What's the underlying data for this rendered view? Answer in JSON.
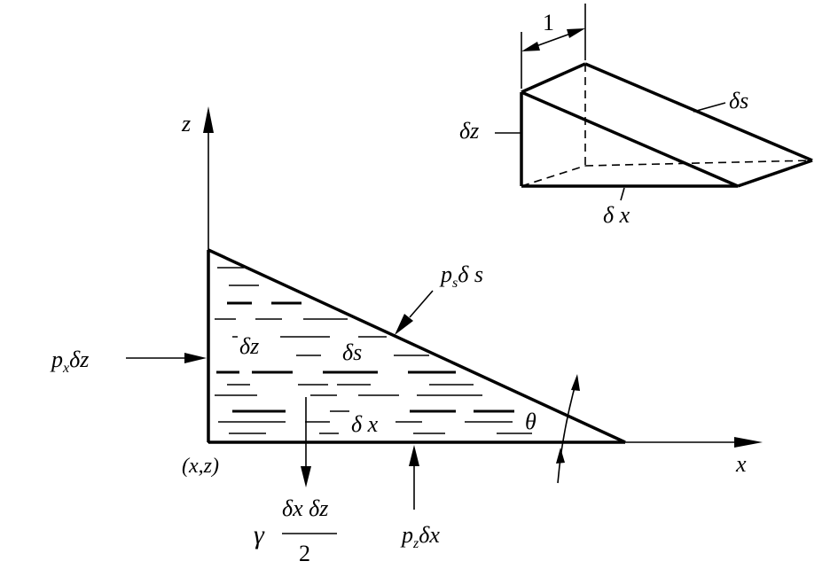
{
  "labels": {
    "z_axis": "z",
    "x_axis": "x",
    "origin": "(x,z)",
    "force_left": {
      "main": "p",
      "sub": "x",
      "tail": "δz"
    },
    "force_incline": {
      "main": "p",
      "sub": "s",
      "tail": "δ s"
    },
    "force_bottom": {
      "main": "p",
      "sub": "z",
      "tail": "δx"
    },
    "dz_inner": "δz",
    "ds_inner": "δs",
    "dx_inner": "δ x",
    "theta": "θ",
    "weight": {
      "gamma": "γ",
      "numerator": "δx δz",
      "denominator": "2"
    },
    "inset": {
      "width": "1",
      "dz": "δz",
      "ds": "δs",
      "dx": "δ x"
    }
  },
  "colors": {
    "ink": "#000000",
    "background": "#ffffff"
  }
}
